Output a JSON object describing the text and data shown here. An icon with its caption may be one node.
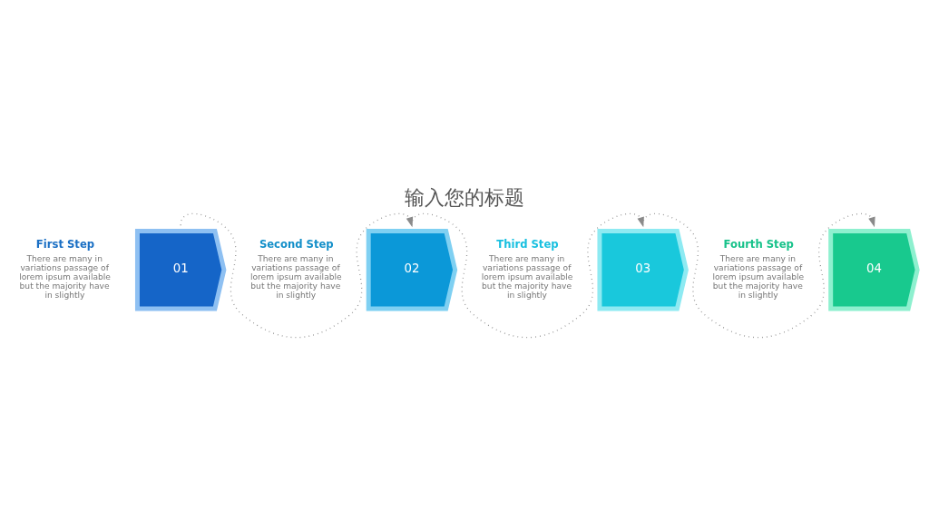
{
  "diagram": {
    "title": "输入您的标题",
    "nodes": [
      {
        "text": [
          "First Step",
          "There are many in variations passage of lorem ipsum available but the majority have in slightly"
        ]
      },
      {
        "text": [
          "01"
        ]
      },
      {
        "text": [
          "Second Step",
          "There are many in variations passage of lorem ipsum available but the majority have in slightly"
        ]
      },
      {
        "text": [
          "02"
        ]
      },
      {
        "text": [
          "Third Step",
          "There are many in variations passage of lorem ipsum available but the majority have in slightly"
        ]
      },
      {
        "text": [
          "03"
        ]
      },
      {
        "text": [
          "Fourth Step",
          "There are many in variations passage of lorem ipsum available but the majority have in slightly"
        ]
      },
      {
        "text": [
          "04"
        ]
      }
    ],
    "edges": [
      {
        "from": 1,
        "to": 3,
        "arrow": "to",
        "style": "dashed"
      },
      {
        "from": 3,
        "to": 5,
        "arrow": "to",
        "style": "dashed"
      },
      {
        "from": 5,
        "to": 7,
        "arrow": "to",
        "style": "dashed"
      }
    ]
  }
}
